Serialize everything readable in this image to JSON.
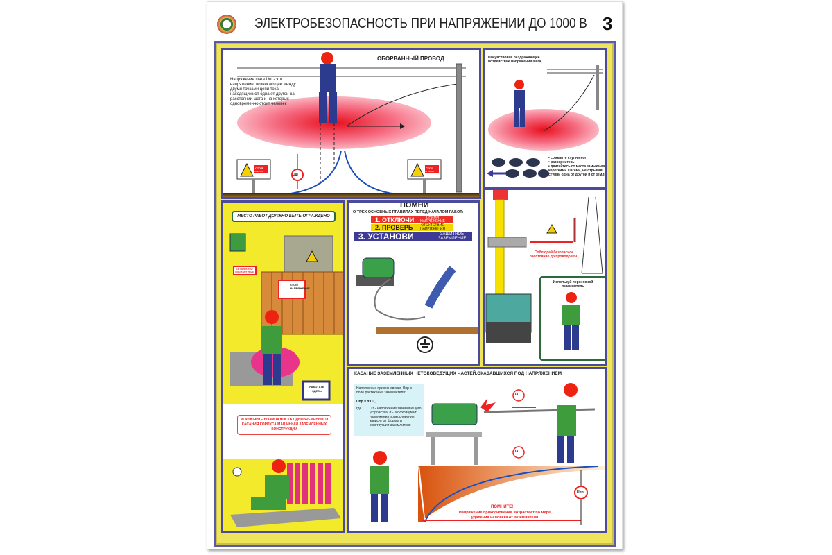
{
  "header": {
    "title": "ЭЛЕКТРОБЕЗОПАСНОСТЬ ПРИ НАПРЯЖЕНИИ ДО 1000 В",
    "number": "3"
  },
  "step_voltage": {
    "heading": "ОБОРВАННЫЙ ПРОВОД",
    "definition": "Напряжение шага Uш - это напряжение, возникающее между двумя точками цепи тока, находящимися одна от другой на расстоянии шага и на которых одновременно стоит человек",
    "sign_label": "СТОЙ",
    "sign_sub": "ОПАСНО ДЛЯ ЖИЗНИ",
    "marker": "Uш"
  },
  "step_exit": {
    "intro": "Почувствовав раздражающее воздействие напряжения шага,",
    "tips": [
      "сомкните ступни ног;",
      "развернитесь;",
      "двигайтесь от места замыкания короткими шагами, не отрывая ступни одна от другой и от земли"
    ]
  },
  "fence": {
    "heading": "МЕСТО РАБОТ ДОЛЖНО БЫТЬ ОГРАЖДЕНО",
    "sign_do_not_switch": "НЕ ВКЛЮЧАТЬ! РАБОТАЮТ ЛЮДИ",
    "sign_stop": "СТОЙ! НАПРЯЖЕНИЕ",
    "sign_work_here": "РАБОТАТЬ ЗДЕСЬ",
    "warning": "ИСКЛЮЧИТЕ ВОЗМОЖНОСТЬ ОДНОВРЕМЕННОГО КАСАНИЯ КОРПУСА МАШИНЫ И ЗАЗЕМЛЕННЫХ КОНСТРУКЦИЙ"
  },
  "remember": {
    "heading": "ПОМНИ",
    "subheading": "О ТРЕХ ОСНОВНЫХ ПРАВИЛАХ ПЕРЕД НАЧАЛОМ РАБОТ:",
    "rules": [
      {
        "label": "1. ОТКЛЮЧИ",
        "sub": "СНИМИ НАПРЯЖЕНИЕ",
        "color": "#e8322a"
      },
      {
        "label": "2. ПРОВЕРЬ",
        "sub": "ОТСУТСТВИЕ НАПРЯЖЕНИЯ",
        "color": "#f2d600"
      },
      {
        "label": "3. УСТАНОВИ",
        "sub": "ЗАЩИТНОЕ ЗАЗЕМЛЕНИЕ",
        "color": "#3d3b96"
      }
    ]
  },
  "crane": {
    "distance": "Соблюдай безопасное расстояние до проводов ВЛ",
    "grounding": "Используй переносной заземлитель"
  },
  "touch": {
    "heading": "КАСАНИЕ ЗАЗЕМЛЕННЫХ НЕТОКОВЕДУЩИХ ЧАСТЕЙ,ОКАЗАВШИХСЯ ПОД НАПРЯЖЕНИЕМ",
    "formula_intro": "Напряжение прикосновения Uпр в поле растекания заземлителя:",
    "formula": "Uпр = α U3,",
    "where": "где",
    "legend": "U3 - напряжение заземляющего устройства; α - коэффициент напряжения прикосновения; зависит от формы и конструкции заземлителя",
    "current_label": "I3",
    "upr_label": "Uпр",
    "remember": "ПОМНИТЕ!",
    "remember_text": "Напряжение прикосновения возрастает по мере удаления человека от заземлителя"
  }
}
